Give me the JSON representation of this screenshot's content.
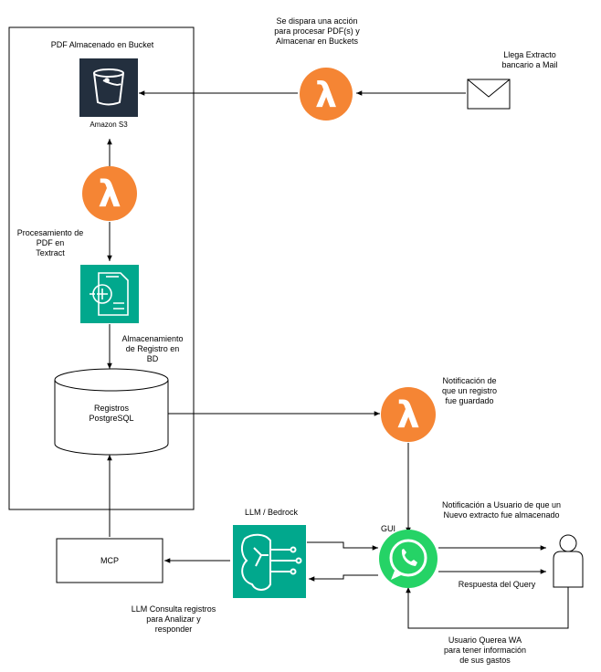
{
  "bucket_container": {
    "title": "PDF Almacenado en Bucket"
  },
  "s3": {
    "label": "Amazon S3",
    "icon": "aws-s3-bucket-icon",
    "color": "#232f3e"
  },
  "textract": {
    "label": "Procesamiento de\nPDF en\nTextract",
    "icon": "aws-textract-icon",
    "color": "#01a88d"
  },
  "storage_step": {
    "label": "Almacenamiento\nde Registro en\nBD"
  },
  "database": {
    "label": "Registros\nPostgreSQL"
  },
  "mail_trigger": {
    "label": "Se dispara una acción\npara procesar PDF(s) y\nAlmacenar en Buckets"
  },
  "mail": {
    "label": "Llega Extracto\nbancario a Mail",
    "icon": "envelope-icon"
  },
  "notify_lambda": {
    "label": "Notificación de\nque un registro\nfue guardado"
  },
  "llm": {
    "label": "LLM / Bedrock",
    "icon": "aws-bedrock-icon",
    "color": "#01a88d"
  },
  "mcp": {
    "label": "MCP"
  },
  "llm_query": {
    "label": "LLM Consulta registros\npara Analizar y\nresponder"
  },
  "gui": {
    "label": "GUI",
    "icon": "whatsapp-icon",
    "color": "#25d366"
  },
  "user_notification": {
    "label": "Notificación a Usuario de que un\nNuevo extracto fue almacenado"
  },
  "query_response": {
    "label": "Respuesta del Query"
  },
  "user_query": {
    "label": "Usuario Querea WA\npara tener información\nde sus gastos"
  },
  "user": {
    "icon": "user-icon"
  },
  "lambda": {
    "icon": "aws-lambda-icon",
    "color": "#f58534",
    "symbol": "λ"
  }
}
